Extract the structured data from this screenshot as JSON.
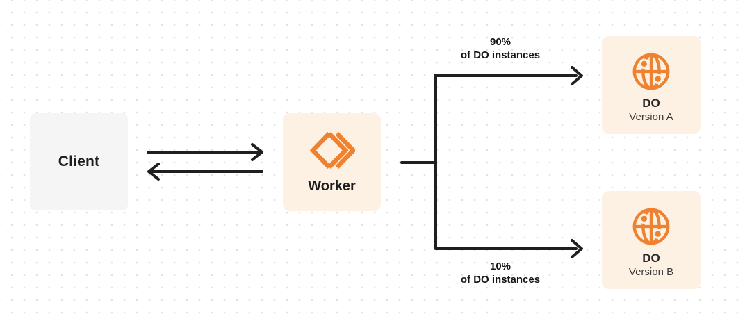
{
  "nodes": {
    "client": {
      "label": "Client"
    },
    "worker": {
      "label": "Worker"
    },
    "do_version_a": {
      "title": "DO",
      "subtitle": "Version A"
    },
    "do_version_b": {
      "title": "DO",
      "subtitle": "Version B"
    }
  },
  "edge_labels": {
    "top": {
      "line1": "90%",
      "line2": "of DO instances"
    },
    "bottom": {
      "line1": "10%",
      "line2": "of DO instances"
    }
  },
  "icons": {
    "worker": "workers-chevron-icon",
    "durable_object": "globe-durable-object-icon"
  },
  "colors": {
    "accent_orange": "#EF8230",
    "node_cream": "#FCF1E3",
    "node_gray": "#F5F5F6",
    "line_dark": "#1F1F1F",
    "dot_grid": "#E3E3E4",
    "text_dark": "#1D1D1F"
  }
}
